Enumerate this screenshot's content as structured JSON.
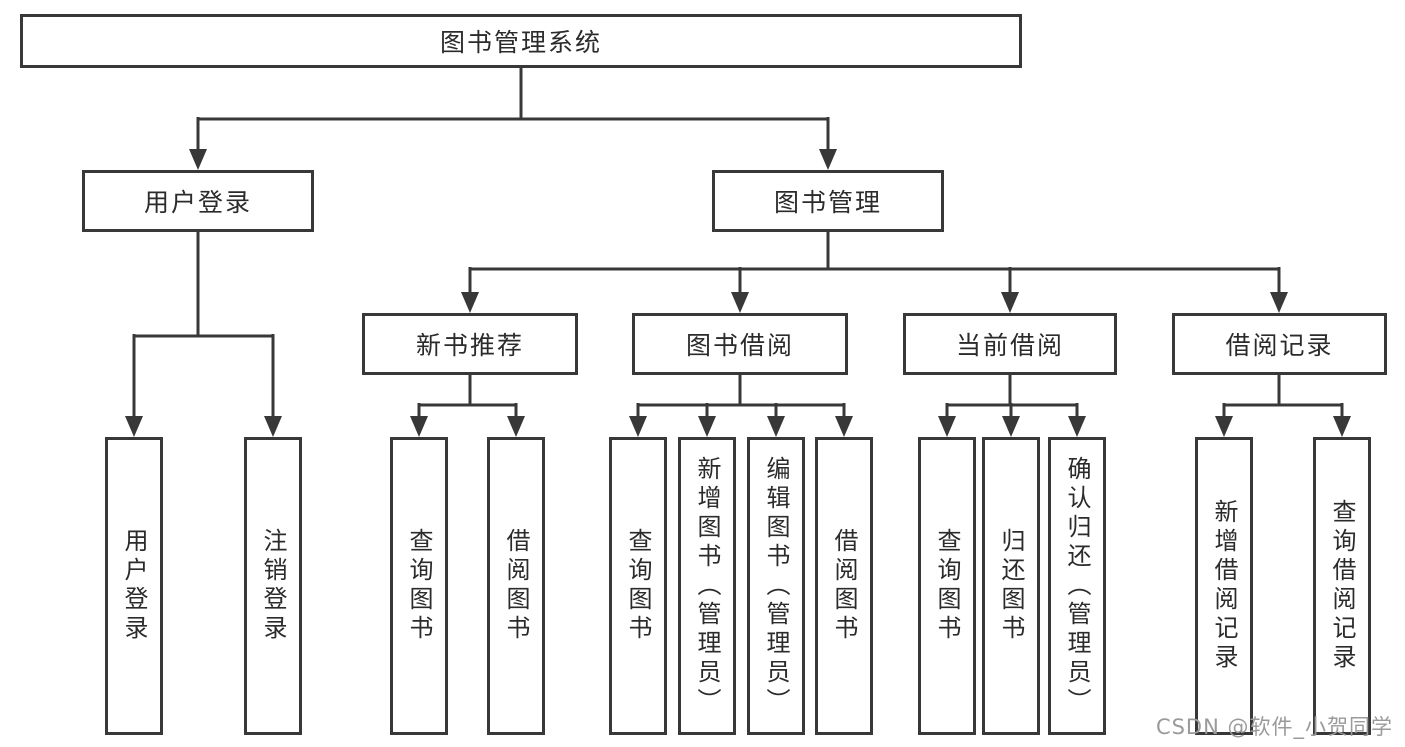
{
  "nodes": {
    "root": {
      "label": "图书管理系统"
    },
    "user_login": {
      "label": "用户登录"
    },
    "book_mgmt": {
      "label": "图书管理"
    },
    "new_books": {
      "label": "新书推荐"
    },
    "book_borrow": {
      "label": "图书借阅"
    },
    "current_borrow": {
      "label": "当前借阅"
    },
    "borrow_records": {
      "label": "借阅记录"
    }
  },
  "leaves": {
    "user_login": [
      "用户登录",
      "注销登录"
    ],
    "new_books": [
      "查询图书",
      "借阅图书"
    ],
    "book_borrow": [
      "查询图书",
      "新增图书（管理员）",
      "编辑图书（管理员）",
      "借阅图书"
    ],
    "current_borrow": [
      "查询图书",
      "归还图书",
      "确认归还（管理员）"
    ],
    "borrow_records": [
      "新增借阅记录",
      "查询借阅记录"
    ]
  },
  "watermark": "CSDN @软件_小贺同学",
  "colors": {
    "line": "#383838",
    "text": "#2b2b2b",
    "watermark": "#9a9a9a",
    "background": "#ffffff"
  }
}
